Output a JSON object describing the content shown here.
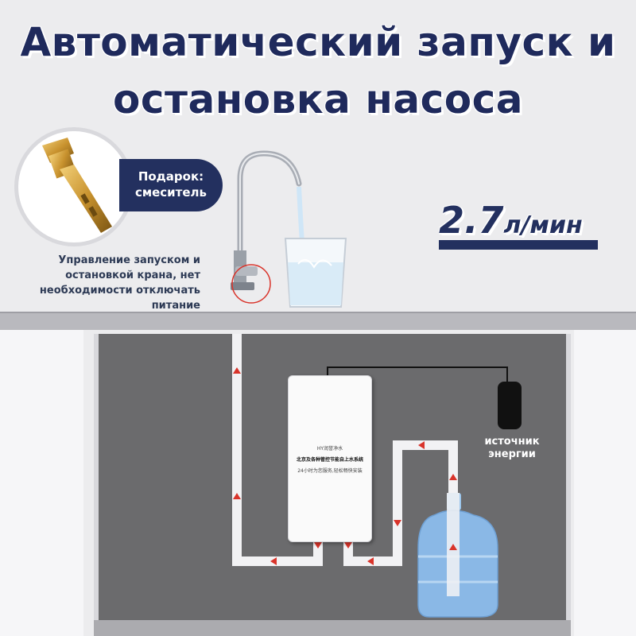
{
  "headline": {
    "line1": "Автоматический запуск и",
    "line2": "остановка насоса"
  },
  "gift": {
    "line1": "Подарок:",
    "line2": "смеситель"
  },
  "description": {
    "lines": [
      "Управление запуском и",
      "остановкой крана, нет",
      "необходимости отключать",
      "питание"
    ]
  },
  "flow_rate": {
    "value": "2.7",
    "unit": "л/мин"
  },
  "pump": {
    "label_line1": "HY润誉净水",
    "label_line2": "北京及各种管控节能自上水系统",
    "label_line3": "24小时为您服务,轻松畅快安装"
  },
  "power_source": {
    "line1": "источник",
    "line2": "энергии"
  },
  "colors": {
    "navy": "#1f2a5c",
    "badge": "#23305f",
    "arrow_red": "#d9342b",
    "cabinet": "#6b6b6d",
    "bottle": "#8ab8e6"
  },
  "icons": [
    "brass-faucet-icon",
    "faucet-icon",
    "water-glass-icon",
    "pump-unit-icon",
    "power-adapter-icon",
    "water-bottle-icon",
    "flow-arrow-icon"
  ]
}
